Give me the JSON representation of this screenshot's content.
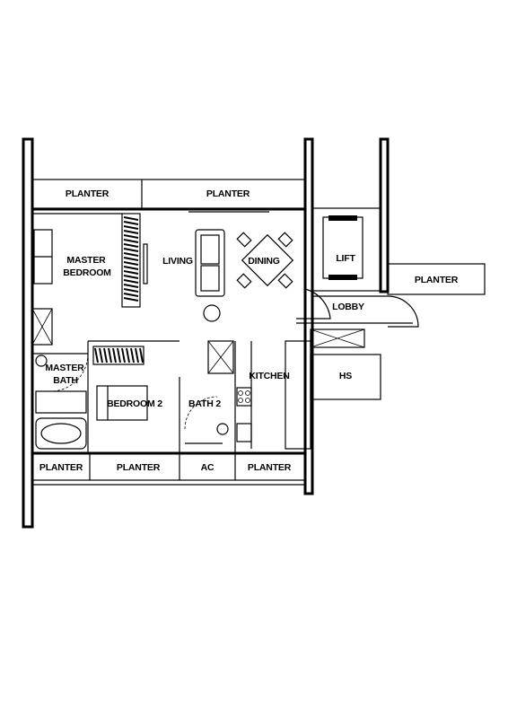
{
  "floorplan": {
    "labels": {
      "planter_top_left": "PLANTER",
      "planter_top_right": "PLANTER",
      "planter_right": "PLANTER",
      "master_bedroom_line1": "MASTER",
      "master_bedroom_line2": "BEDROOM",
      "living": "LIVING",
      "dining": "DINING",
      "lift": "LIFT",
      "lobby": "LOBBY",
      "master_bath_line1": "MASTER",
      "master_bath_line2": "BATH",
      "bedroom2": "BEDROOM 2",
      "bath2": "BATH 2",
      "kitchen": "KITCHEN",
      "hs": "HS",
      "planter_bottom_1": "PLANTER",
      "planter_bottom_2": "PLANTER",
      "ac": "AC",
      "planter_bottom_3": "PLANTER"
    }
  }
}
